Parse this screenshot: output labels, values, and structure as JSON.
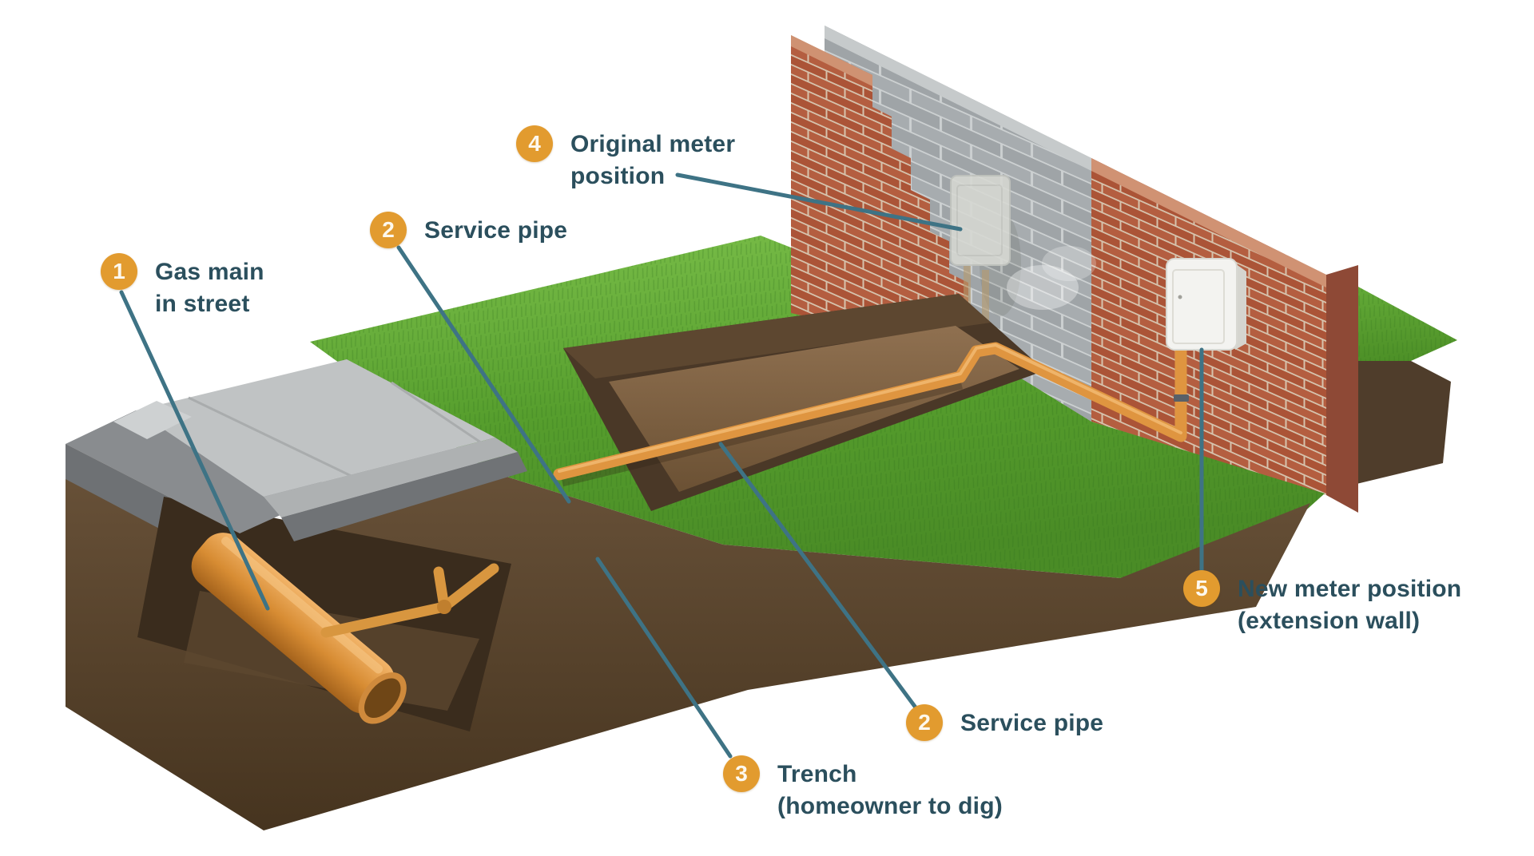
{
  "diagram": {
    "description": "Cutaway 3D illustration of a gas service pipe run from the street main, through a homeowner-dug trench, to a relocated gas meter on an extension wall",
    "annotations": [
      {
        "id": "gas-main",
        "number": "1",
        "line1": "Gas main",
        "line2": "in street"
      },
      {
        "id": "service-pipe-top",
        "number": "2",
        "line1": "Service pipe",
        "line2": ""
      },
      {
        "id": "original-meter",
        "number": "4",
        "line1": "Original meter",
        "line2": "position"
      },
      {
        "id": "new-meter",
        "number": "5",
        "line1": "New meter position",
        "line2": "(extension wall)"
      },
      {
        "id": "service-pipe-bottom",
        "number": "2",
        "line1": "Service pipe",
        "line2": ""
      },
      {
        "id": "trench",
        "number": "3",
        "line1": "Trench",
        "line2": "(homeowner to dig)"
      }
    ],
    "colors": {
      "badge": "#e29b2f",
      "label_text": "#2b4f5d",
      "leader_line": "#3e7385",
      "pipe_orange": "#df9540",
      "grass": "#569e2d",
      "soil": "#5c4733",
      "brick": "#b45e40",
      "cinder_block": "#a7acaf",
      "meter_box": "#f3f3f0",
      "concrete": "#c0c3c4"
    },
    "scene_elements": [
      "gas-main-pipe",
      "service-pipe",
      "trench",
      "lawn",
      "street-sidewalk",
      "brick-wall-left",
      "cinder-block-wall",
      "brick-wall-extension",
      "original-meter-box",
      "new-meter-box"
    ]
  }
}
